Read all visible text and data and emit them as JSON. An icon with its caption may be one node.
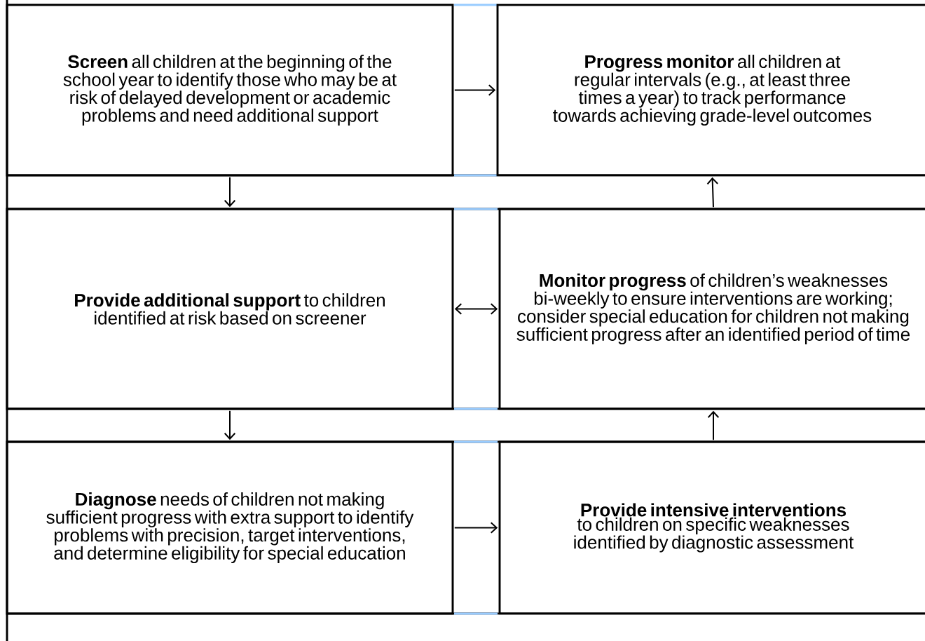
{
  "diagram": {
    "nodes": [
      {
        "text": [
          "**Screen** all children at the beginning of the school year to identify those who may be at risk of delayed development or academic problems and need additional support"
        ]
      },
      {
        "text": [
          "**Progress monitor** all children at regular intervals (e.g., at least three times a year) to track performance towards achieving grade-level outcomes"
        ]
      },
      {
        "text": [
          "**Provide additional support** to children identified at risk based on screener"
        ]
      },
      {
        "text": [
          "**Monitor progress** of children’s weaknesses bi-weekly to ensure interventions are working; consider special education for children not making sufficient progress after an identified period of time"
        ]
      },
      {
        "text": [
          "**Diagnose** needs of children not making sufficient progress with extra support to identify problems with precision, target interventions, and determine eligibility for special education"
        ]
      },
      {
        "text": [
          "**Provide intensive interventions** to children on specific weaknesses identified by diagnostic assessment"
        ]
      }
    ],
    "edges": [
      {
        "from": 0,
        "to": 1,
        "arrow": "to"
      },
      {
        "from": 0,
        "to": 2,
        "arrow": "to"
      },
      {
        "from": 3,
        "to": 1,
        "arrow": "to"
      },
      {
        "from": 2,
        "to": 3,
        "arrow": "both"
      },
      {
        "from": 2,
        "to": 4,
        "arrow": "to"
      },
      {
        "from": 5,
        "to": 3,
        "arrow": "to"
      },
      {
        "from": 4,
        "to": 5,
        "arrow": "to"
      }
    ]
  }
}
